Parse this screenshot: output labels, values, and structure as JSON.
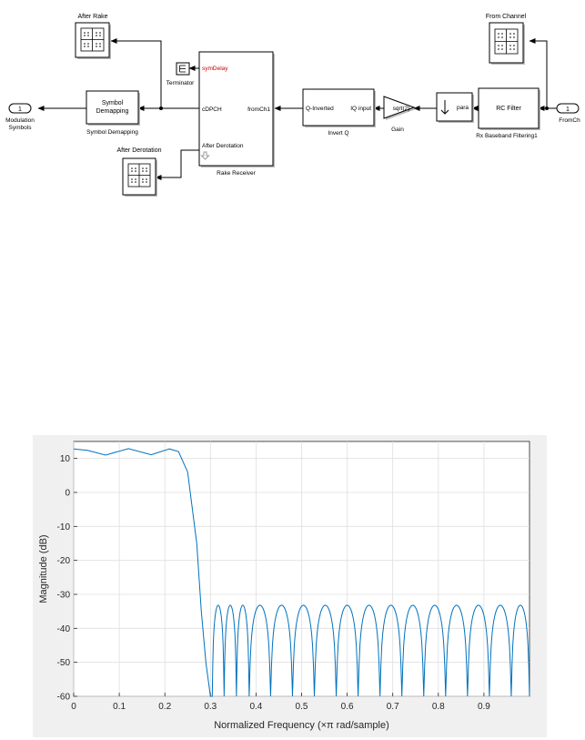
{
  "diagram": {
    "port_out": {
      "number": "1",
      "label_line1": "Modulation",
      "label_line2": "Symbols"
    },
    "port_in": {
      "number": "1",
      "label": "FromCh"
    },
    "scope_after_rake": {
      "title": "After Rake"
    },
    "scope_after_derotation": {
      "title": "After Derotation"
    },
    "scope_from_channel": {
      "title": "From Channel"
    },
    "symbol_demapping": {
      "text_line1": "Symbol",
      "text_line2": "Demapping",
      "caption": "Symbol Demapping"
    },
    "terminator": {
      "caption": "Terminator"
    },
    "rake_receiver": {
      "port_symdelay": "symDelay",
      "port_dpch": "cDPCH",
      "port_derot": "After Derotation",
      "port_fromch": "fromCh1",
      "caption": "Rake Receiver"
    },
    "invert_q": {
      "port_in": "IQ input",
      "port_out": "Q-Inverted",
      "caption": "Invert Q"
    },
    "gain": {
      "text": "sqrt(2)",
      "caption": "Gain"
    },
    "downsample": {
      "port_label": "para"
    },
    "rc_filter": {
      "text": "RC Filter",
      "caption": "Rx Baseband Filtering1"
    },
    "colors": {
      "line": "#000000",
      "highlight": "#cc0000",
      "block_fill": "#ffffff",
      "shadow": "#bbbbbb"
    }
  },
  "chart_data": {
    "type": "line",
    "xlabel": "Normalized Frequency (×π rad/sample)",
    "ylabel": "Magnitude (dB)",
    "xlim": [
      0,
      1
    ],
    "ylim": [
      -60,
      15
    ],
    "xticks": [
      0,
      0.1,
      0.2,
      0.3,
      0.4,
      0.5,
      0.6,
      0.7,
      0.8,
      0.9
    ],
    "yticks": [
      10,
      0,
      -10,
      -20,
      -30,
      -40,
      -50,
      -60
    ],
    "grid": true,
    "color": "#0072bd",
    "passband": {
      "x": [
        0,
        0.03,
        0.07,
        0.12,
        0.17,
        0.21,
        0.23,
        0.25,
        0.27,
        0.28,
        0.29,
        0.3
      ],
      "y": [
        12.8,
        12.4,
        11.0,
        12.9,
        11.1,
        12.8,
        12.0,
        6.0,
        -15.0,
        -35.0,
        -50.0,
        -60.0
      ]
    },
    "stopband": {
      "nulls": [
        0.304,
        0.33,
        0.357,
        0.385,
        0.432,
        0.48,
        0.528,
        0.576,
        0.624,
        0.672,
        0.72,
        0.768,
        0.816,
        0.864,
        0.912,
        0.96,
        1.0
      ],
      "peak_db": -33.2,
      "floor_db": -60
    }
  }
}
